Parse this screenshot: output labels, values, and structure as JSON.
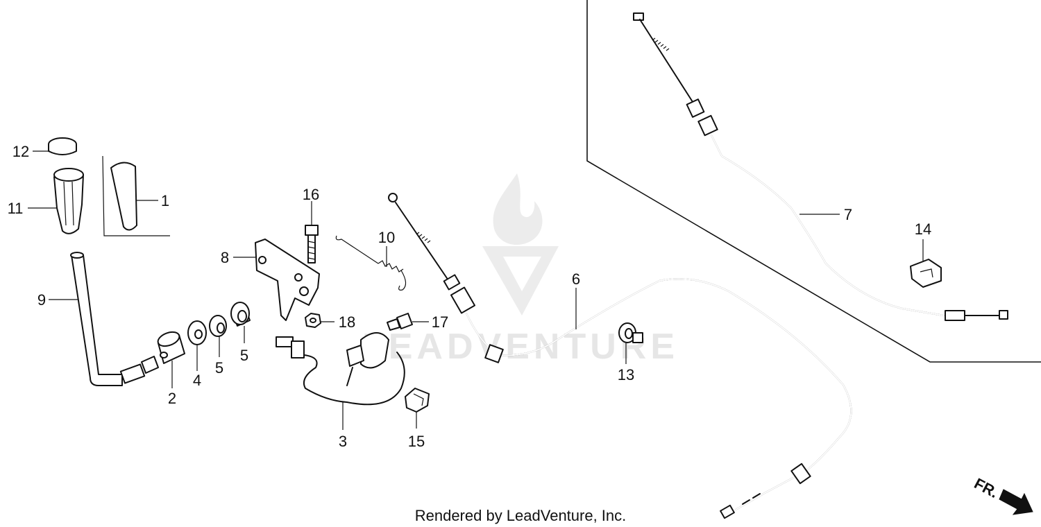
{
  "diagram": {
    "part_labels": [
      {
        "num": "12"
      },
      {
        "num": "11"
      },
      {
        "num": "1"
      },
      {
        "num": "9"
      },
      {
        "num": "2"
      },
      {
        "num": "4"
      },
      {
        "num": "5"
      },
      {
        "num": "5"
      },
      {
        "num": "8"
      },
      {
        "num": "16"
      },
      {
        "num": "10"
      },
      {
        "num": "18"
      },
      {
        "num": "17"
      },
      {
        "num": "3"
      },
      {
        "num": "15"
      },
      {
        "num": "6"
      },
      {
        "num": "13"
      },
      {
        "num": "7"
      },
      {
        "num": "14"
      }
    ],
    "watermark": "LEADVENTURE",
    "direction_label": "FR.",
    "footer": "Rendered by LeadVenture, Inc."
  }
}
